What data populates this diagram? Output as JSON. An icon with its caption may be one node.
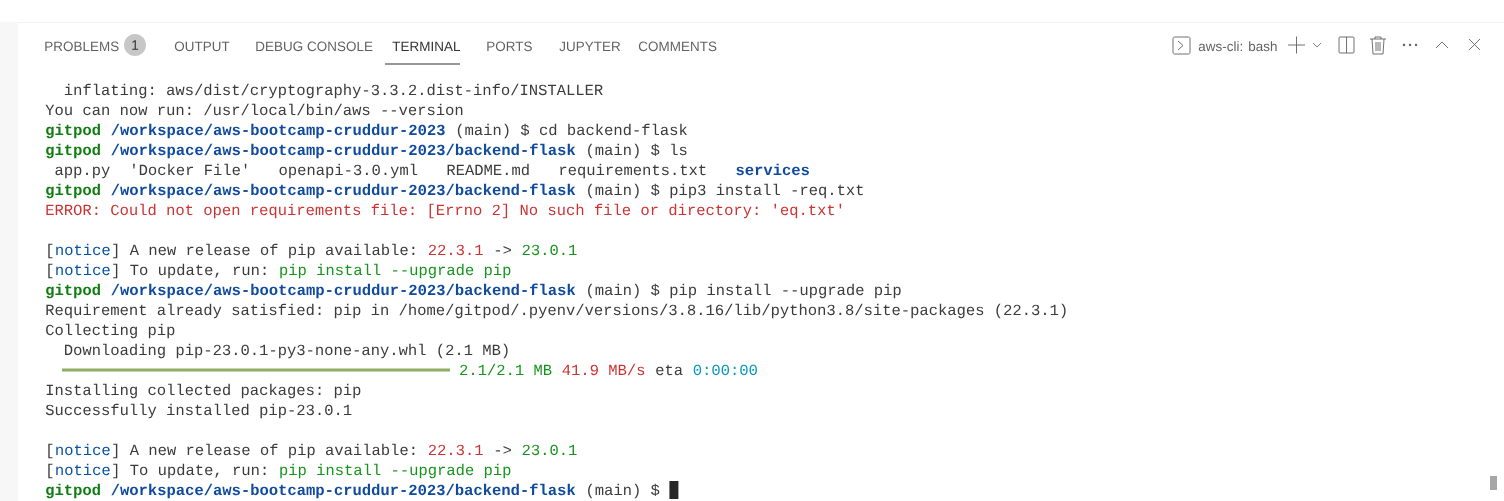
{
  "diagram": {
    "labels": [
      "PROBLEMS",
      "1",
      "OUTPUT",
      "DEBUG CONSOLE",
      "TERMINAL",
      "PORTS",
      "JUPYTER",
      "COMMENTS",
      "aws-cli: bash",
      "inflating: aws/dist/cryptography-3.3.2.dist-info/INSTALLER",
      "You can now run: /usr/local/bin/aws --version",
      "gitpod",
      "/workspace/aws-bootcamp-cruddur-2023",
      "(main) $ cd backend-flask",
      "gitpod",
      "/workspace/aws-bootcamp-cruddur-2023/backend-flask",
      "(main) $ ls",
      "app.py",
      "'Docker File'",
      "openapi-3.0.yml",
      "README.md",
      "requirements.txt",
      "services",
      "gitpod",
      "/workspace/aws-bootcamp-cruddur-2023/backend-flask",
      "(main) $ pip3 install -req.txt",
      "ERROR: Could not open requirements file: [Errno 2] No such file or directory: 'eq.txt'",
      "[",
      "notice",
      "] A new release of pip available:",
      "22.3.1",
      "->",
      "23.0.1",
      "[",
      "notice",
      "] To update, run:",
      "pip install --upgrade pip",
      "gitpod",
      "/workspace/aws-bootcamp-cruddur-2023/backend-flask",
      "(main) $ pip install --upgrade pip",
      "Requirement already satisfied: pip in /home/gitpod/.pyenv/versions/3.8.16/lib/python3.8/site-packages (22.3.1)",
      "Collecting pip",
      "Downloading pip-23.0.1-py3-none-any.whl (2.1 MB)",
      "2.1/2.1 MB",
      "41.9 MB/s",
      "eta",
      "0:00:00",
      "Installing collected packages: pip",
      "Successfully installed pip-23.0.1",
      "[",
      "notice",
      "] A new release of pip available:",
      "22.3.1",
      "->",
      "23.0.1",
      "[",
      "notice",
      "] To update, run:",
      "pip install --upgrade pip",
      "gitpod",
      "/workspace/aws-bootcamp-cruddur-2023/backend-flask",
      "(main) $"
    ]
  }
}
